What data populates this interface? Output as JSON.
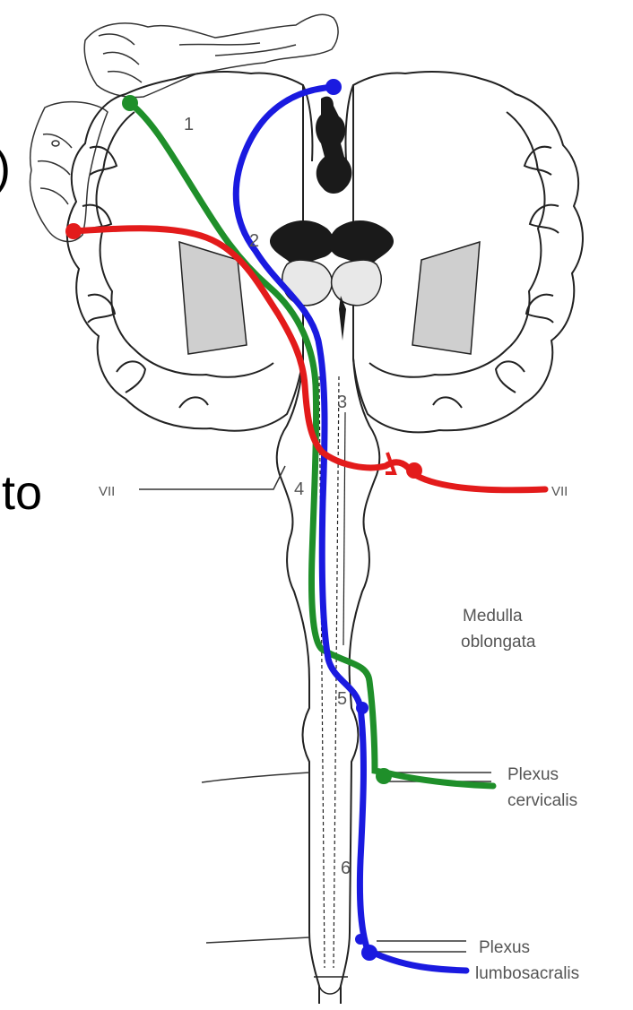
{
  "slide_fragments": {
    "top": ")",
    "middle": "s to"
  },
  "numbers": [
    "1",
    "2",
    "3",
    "4",
    "5",
    "6"
  ],
  "labels": {
    "cranial_nerve_left": "VII",
    "cranial_nerve_right": "VII",
    "medulla_line1": "Medulla",
    "medulla_line2": "oblongata",
    "plexus_cervicalis_line1": "Plexus",
    "plexus_cervicalis_line2": "cervicalis",
    "plexus_lumbosacralis_line1": "Plexus",
    "plexus_lumbosacralis_line2": "lumbosacralis"
  },
  "colors": {
    "green_tract": "#1f8f2a",
    "red_tract": "#e31b1b",
    "blue_tract": "#1a1ae0",
    "outline": "#222222",
    "dark_fill": "#1a1a1a"
  }
}
